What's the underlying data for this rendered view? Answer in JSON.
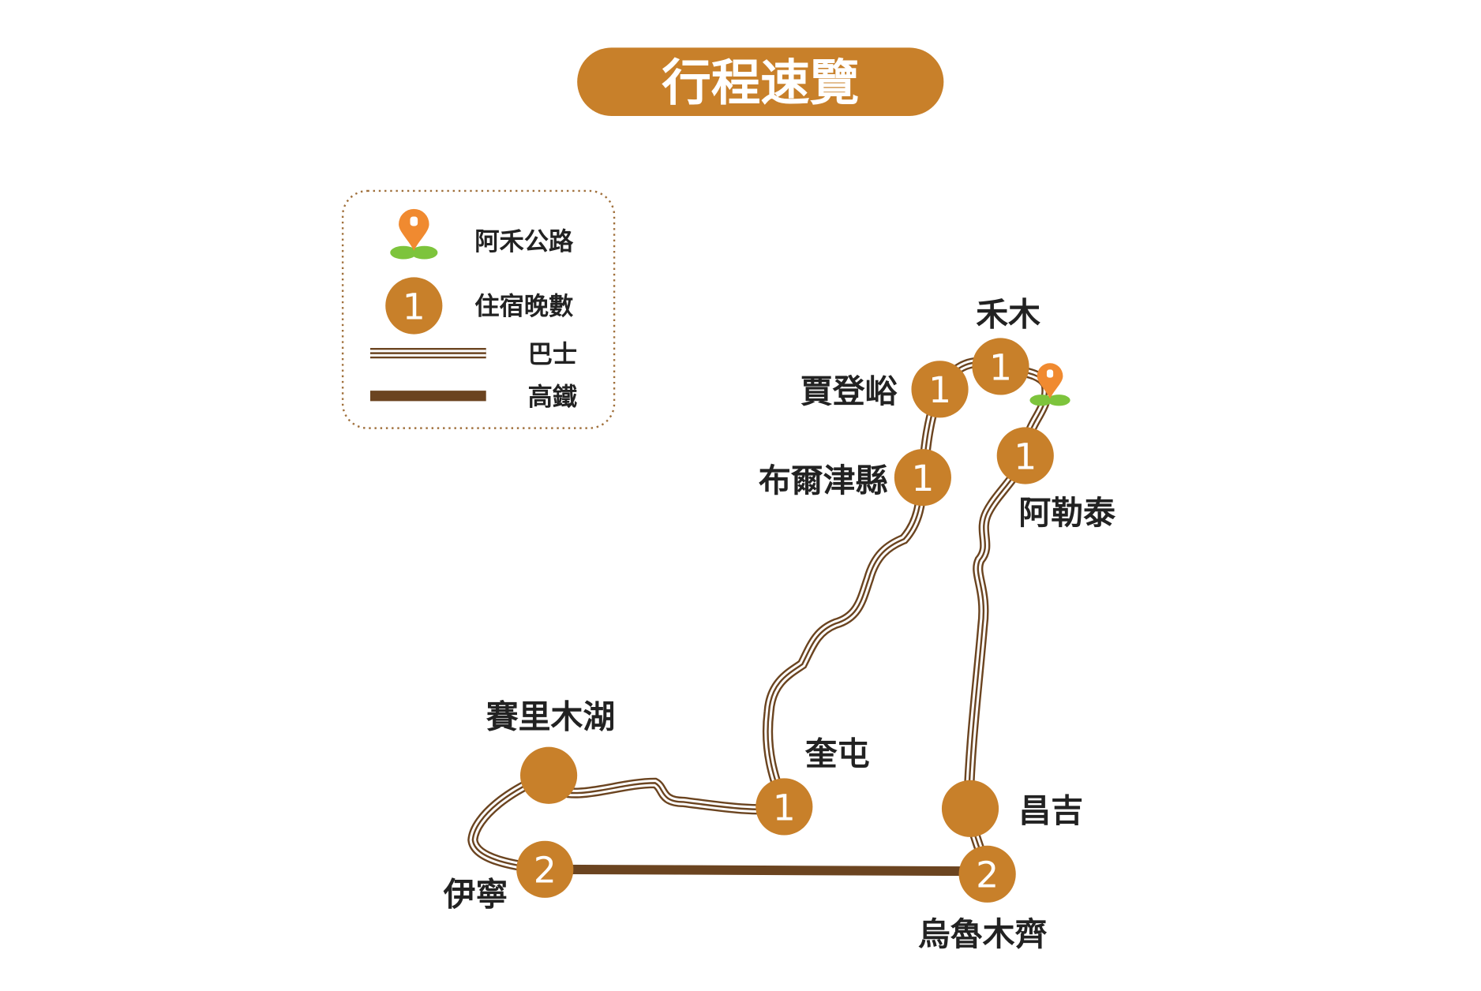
{
  "title": "行程速覽",
  "legend": {
    "road_label": "阿禾公路",
    "nights_sample": "1",
    "nights_label": "住宿晚數",
    "bus_label": "巴士",
    "rail_label": "高鐵"
  },
  "colors": {
    "accent": "#c8802a",
    "route": "#6b4420",
    "pin": "#f08a30",
    "pin_base": "#7dc43c"
  },
  "stops": [
    {
      "name": "禾木",
      "nights": "1"
    },
    {
      "name": "賈登峪",
      "nights": "1"
    },
    {
      "name": "布爾津縣",
      "nights": "1"
    },
    {
      "name": "阿勒泰",
      "nights": "1"
    },
    {
      "name": "賽里木湖",
      "nights": ""
    },
    {
      "name": "奎屯",
      "nights": "1"
    },
    {
      "name": "昌吉",
      "nights": ""
    },
    {
      "name": "伊寧",
      "nights": "2"
    },
    {
      "name": "烏魯木齊",
      "nights": "2"
    }
  ]
}
